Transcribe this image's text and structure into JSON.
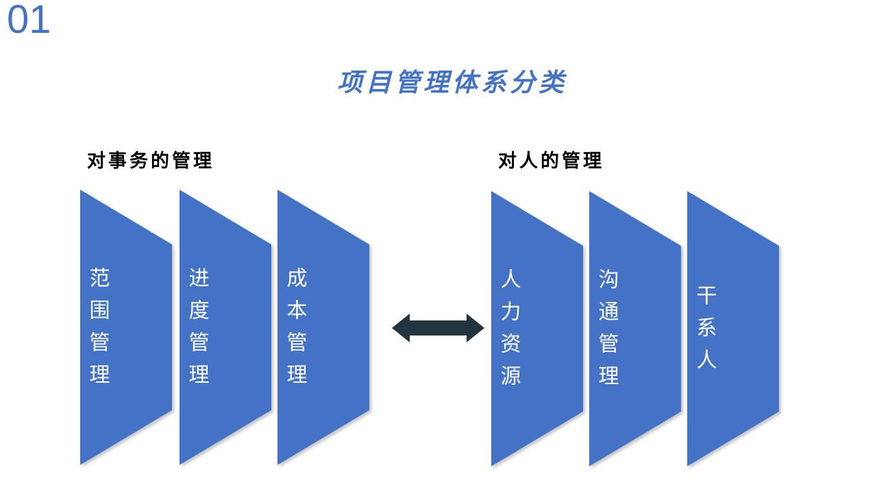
{
  "slide": {
    "page_number": "01",
    "title": "项目管理体系分类"
  },
  "groups": [
    {
      "label": "对事务的管理",
      "items": [
        "范围管理",
        "进度管理",
        "成本管理"
      ]
    },
    {
      "label": "对人的管理",
      "items": [
        "人力资源",
        "沟通管理",
        "干系人"
      ]
    }
  ],
  "icons": {
    "double_arrow": "left-right-double-headed-arrow"
  },
  "colors": {
    "accent_blue": "#4472C4",
    "arrow_dark": "#223440",
    "shape_text": "#FFFFFF",
    "label_text": "#000000"
  }
}
